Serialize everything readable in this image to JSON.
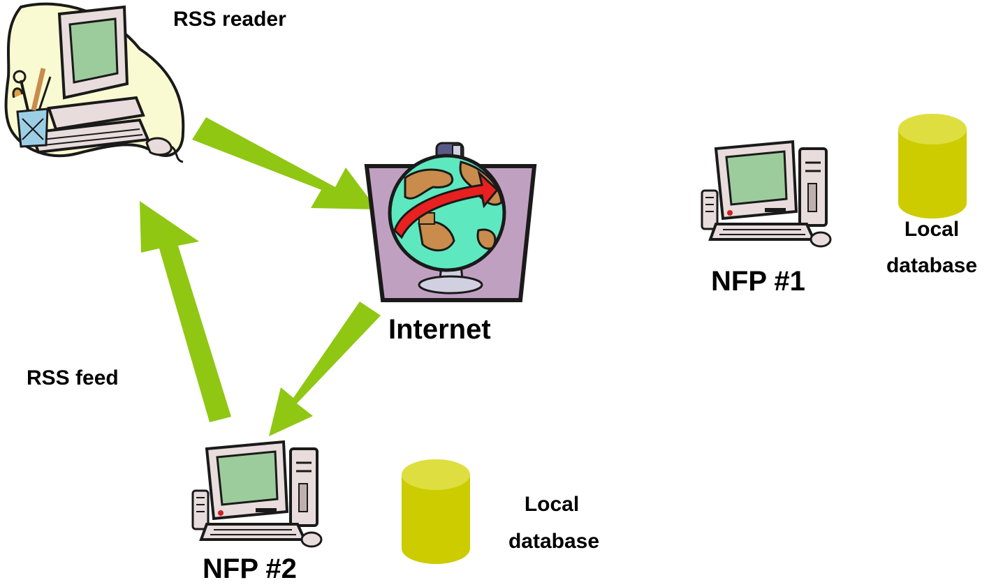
{
  "labels": {
    "rss_reader": "RSS reader",
    "rss_feed": "RSS feed",
    "internet": "Internet",
    "nfp1": "NFP #1",
    "nfp2": "NFP #2",
    "nfp1_db_line1": "Local",
    "nfp1_db_line2": "database",
    "nfp2_db_line1": "Local",
    "nfp2_db_line2": "database"
  },
  "colors": {
    "arrow": "#8fc713",
    "database": "#cccc00",
    "database_top": "#dede40",
    "screen": "#9ccc9c",
    "pc_body": "#e8dcdc",
    "globe_ocean": "#5ee8c0",
    "globe_land": "#c98c4c",
    "globe_frame": "#c0a0c0",
    "swoosh": "#e82020",
    "blob_fill": "#fafad2"
  },
  "icons": {
    "reader_computer": "desktop-computer-clipart-icon",
    "internet": "globe-icon",
    "nfp_computer": "desktop-tower-computer-icon",
    "database": "database-cylinder-icon"
  }
}
